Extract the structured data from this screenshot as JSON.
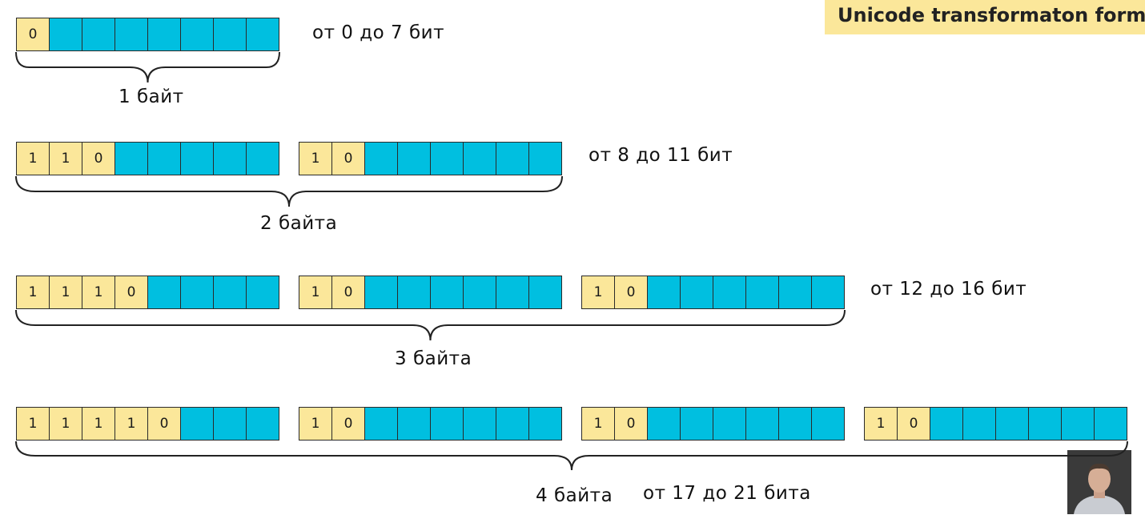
{
  "banner": {
    "text": "Unicode transformaton format"
  },
  "rows": [
    {
      "bytes": [
        {
          "prefix": [
            "0"
          ],
          "payload": 7
        }
      ],
      "brace_label": "1 байт",
      "range_label": "от 0 до 7 бит"
    },
    {
      "bytes": [
        {
          "prefix": [
            "1",
            "1",
            "0"
          ],
          "payload": 5
        },
        {
          "prefix": [
            "1",
            "0"
          ],
          "payload": 6
        }
      ],
      "brace_label": "2 байта",
      "range_label": "от 8 до 11 бит"
    },
    {
      "bytes": [
        {
          "prefix": [
            "1",
            "1",
            "1",
            "0"
          ],
          "payload": 4
        },
        {
          "prefix": [
            "1",
            "0"
          ],
          "payload": 6
        },
        {
          "prefix": [
            "1",
            "0"
          ],
          "payload": 6
        }
      ],
      "brace_label": "3 байта",
      "range_label": "от 12 до 16 бит"
    },
    {
      "bytes": [
        {
          "prefix": [
            "1",
            "1",
            "1",
            "1",
            "0"
          ],
          "payload": 3
        },
        {
          "prefix": [
            "1",
            "0"
          ],
          "payload": 6
        },
        {
          "prefix": [
            "1",
            "0"
          ],
          "payload": 6
        },
        {
          "prefix": [
            "1",
            "0"
          ],
          "payload": 6
        }
      ],
      "brace_label": "4 байта",
      "range_label": "от 17 до 21 бита"
    }
  ],
  "colors": {
    "prefix": "#fbe79a",
    "payload": "#00bfe0",
    "banner": "#fbe79a"
  }
}
